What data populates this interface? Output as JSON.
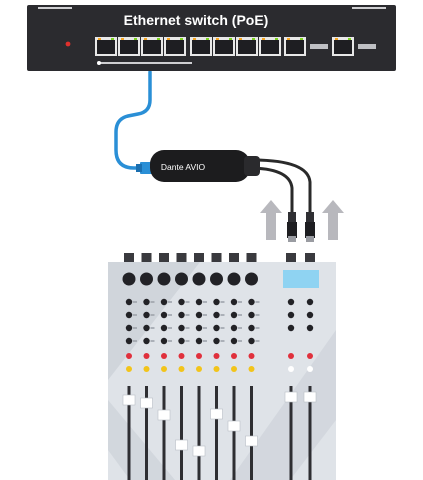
{
  "switch": {
    "label": "Ethernet switch (PoE)",
    "body_color": "#2b2b2f",
    "port_frame_color": "#e8e8e8",
    "port_inner_color": "#1e1e22",
    "link_led_color": "#f5a623",
    "activity_led_color": "#7ed321",
    "power_led_color": "#e0302c",
    "copper_port_count": 8,
    "uplink_port_count": 2
  },
  "adapter": {
    "label": "Dante AVIO",
    "body_color": "#1c1c1e",
    "label_color": "#ffffff"
  },
  "cables": {
    "network_color": "#2a8fd6",
    "audio_color": "#2a2a2a"
  },
  "arrows": {
    "color": "#b8b8bd",
    "direction": "up",
    "count": 2
  },
  "mixer": {
    "body_color": "#dfe3e8",
    "shade_color": "#c9ced5",
    "knob_color": "#222226",
    "red_button_color": "#e0303c",
    "yellow_button_color": "#f2c41a",
    "display_color": "#8fd3f2",
    "channel_count": 8,
    "master_count": 2
  }
}
